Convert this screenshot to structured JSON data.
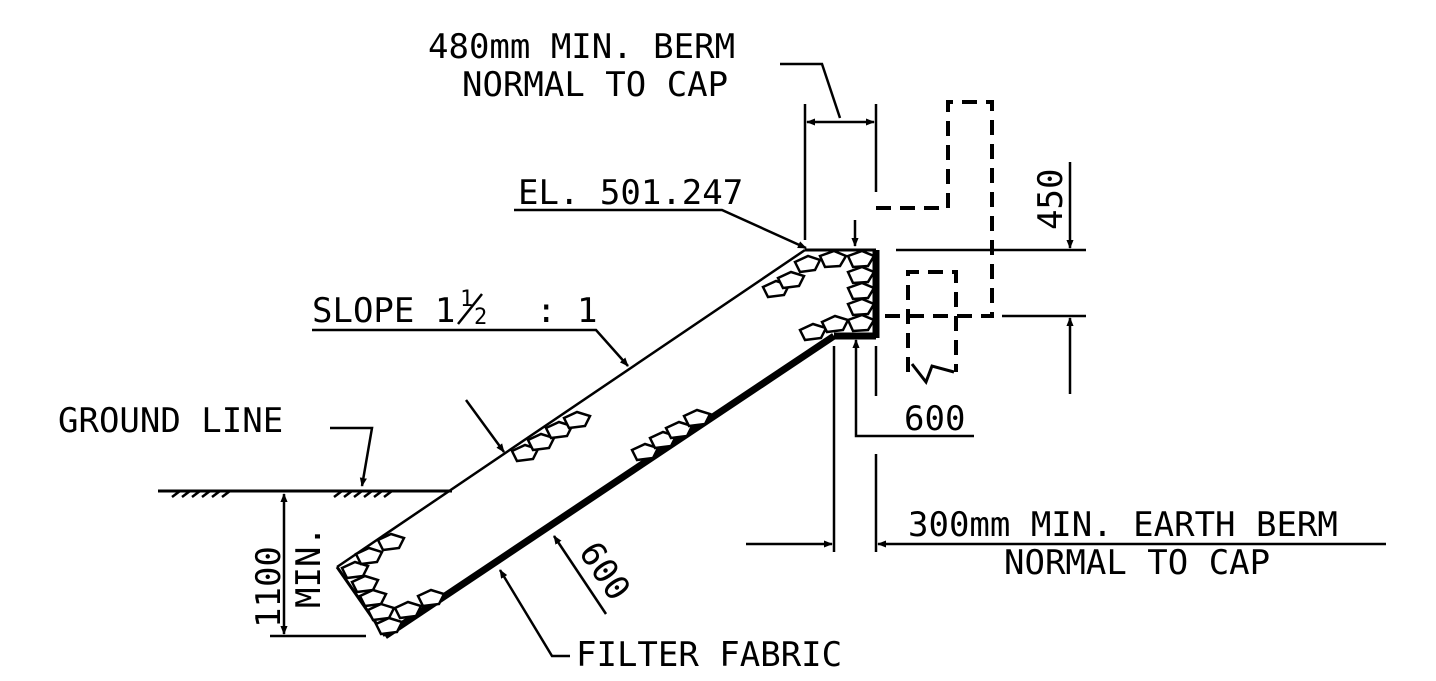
{
  "labels": {
    "berm_top_line1": "480mm MIN. BERM",
    "berm_top_line2": "NORMAL TO CAP",
    "elevation": "EL. 501.247",
    "slope_prefix": "SLOPE 1",
    "slope_frac_num": "1",
    "slope_frac_den": "2",
    "slope_suffix": ": 1",
    "ground_line": "GROUND LINE",
    "dim_450": "450",
    "dim_600_right": "600",
    "earth_berm_line1": "300mm MIN. EARTH BERM",
    "earth_berm_line2": "NORMAL TO CAP",
    "dim_1100": "1100",
    "dim_min": "MIN.",
    "dim_600_slope": "600",
    "filter_fabric": "FILTER FABRIC"
  },
  "colors": {
    "ink": "#000000",
    "paper": "#ffffff"
  }
}
